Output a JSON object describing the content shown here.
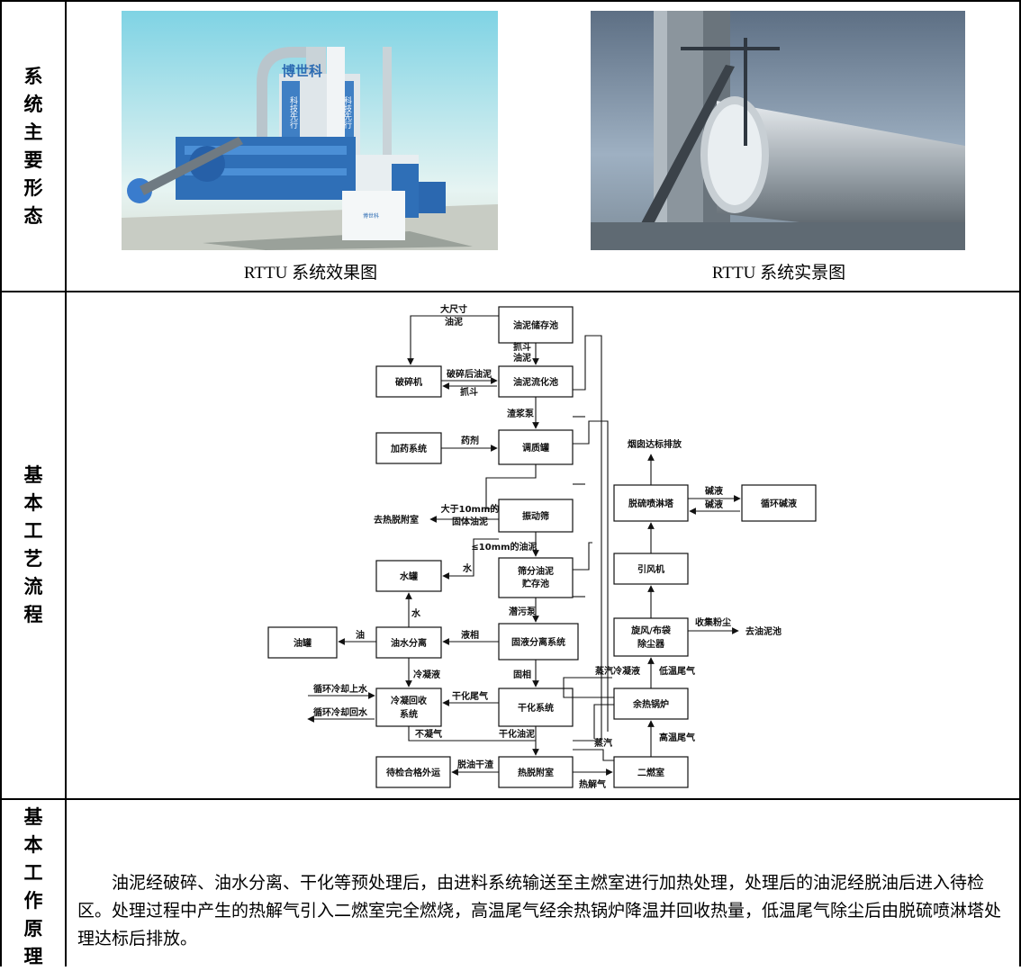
{
  "rows": {
    "form_label": "系统主要形态",
    "process_label": "基本工艺流程",
    "principle_label": "基本工作原理"
  },
  "photos": {
    "render_brand": "博世科",
    "render_slogan_left": "科技先行",
    "render_slogan_right": "科技先行",
    "render_caption": "RTTU 系统效果图",
    "real_caption": "RTTU 系统实景图"
  },
  "flow": {
    "boxes": {
      "storage": "油泥储存池",
      "crusher": "破碎机",
      "fluid": "油泥流化池",
      "dosing": "加药系统",
      "conditioning": "调质罐",
      "screen": "振动筛",
      "watertank": "水罐",
      "sieve_store_1": "筛分油泥",
      "sieve_store_2": "贮存池",
      "oiltank": "油罐",
      "oilwater": "油水分离",
      "solid_liquid": "固液分离系统",
      "condenser_1": "冷凝回收",
      "condenser_2": "系统",
      "drying": "干化系统",
      "qualified": "待检合格外运",
      "desorption": "热脱附室",
      "secondary": "二燃室",
      "boiler": "余热锅炉",
      "cyclone_1": "旋风/布袋",
      "cyclone_2": "除尘器",
      "fan": "引风机",
      "scrubber": "脱硫喷淋塔",
      "alkali": "循环碱液"
    },
    "labels": {
      "big_1": "大尺寸",
      "big_2": "油泥",
      "grab_1": "抓斗",
      "grab_2": "油泥",
      "crushed": "破碎后油泥",
      "grab": "抓斗",
      "slurry_pump": "渣浆泵",
      "agent": "药剂",
      "to_desorb": "去热脱附室",
      "over10_1": "大于10mm的",
      "over10_2": "固体油泥",
      "under10": "≤10mm的油泥",
      "water_1": "水",
      "water_2": "水",
      "dirt_pump": "潜污泵",
      "oil": "油",
      "liquid": "液相",
      "condensate": "冷凝液",
      "solid": "固相",
      "cool_in": "循环冷却上水",
      "cool_out": "循环冷却回水",
      "dry_gas": "干化尾气",
      "noncond": "不凝气",
      "dry_sludge": "干化油泥",
      "deoil": "脱油干渣",
      "pyro_gas": "热解气",
      "steam": "蒸汽",
      "steam_cond": "蒸汽冷凝液",
      "low_gas": "低温尾气",
      "high_gas": "高温尾气",
      "collect_dust": "收集粉尘",
      "to_pool": "去油泥池",
      "alkali_1": "碱液",
      "alkali_2": "碱液",
      "chimney": "烟囱达标排放"
    }
  },
  "principle": {
    "text": "油泥经破碎、油水分离、干化等预处理后，由进料系统输送至主燃室进行加热处理，处理后的油泥经脱油后进入待检区。处理过程中产生的热解气引入二燃室完全燃烧，高温尾气经余热锅炉降温并回收热量，低温尾气除尘后由脱硫喷淋塔处理达标后排放。"
  }
}
